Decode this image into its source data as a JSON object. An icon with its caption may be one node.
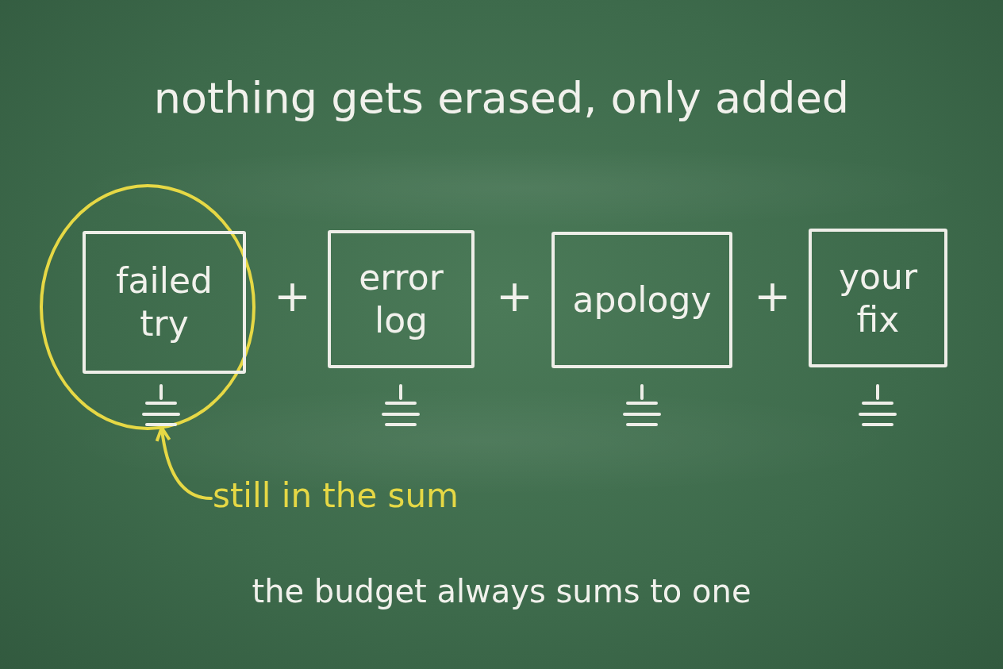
{
  "diagram": {
    "title": "nothing gets erased, only added",
    "caption": "the budget always sums to one",
    "nodes": [
      {
        "text": [],
        "shape": "circle"
      },
      {
        "text": [
          "failed try"
        ],
        "in": 0
      },
      {
        "text": [
          "error log"
        ]
      },
      {
        "text": [
          "apology"
        ]
      },
      {
        "text": [
          "your fix"
        ]
      },
      {
        "text": [
          "still in the sum"
        ]
      }
    ],
    "edges": [
      {
        "from": 5,
        "to": 0,
        "arrow": "to",
        "color": "#e6d845"
      }
    ],
    "labels": [
      "+",
      "+",
      "+"
    ]
  }
}
